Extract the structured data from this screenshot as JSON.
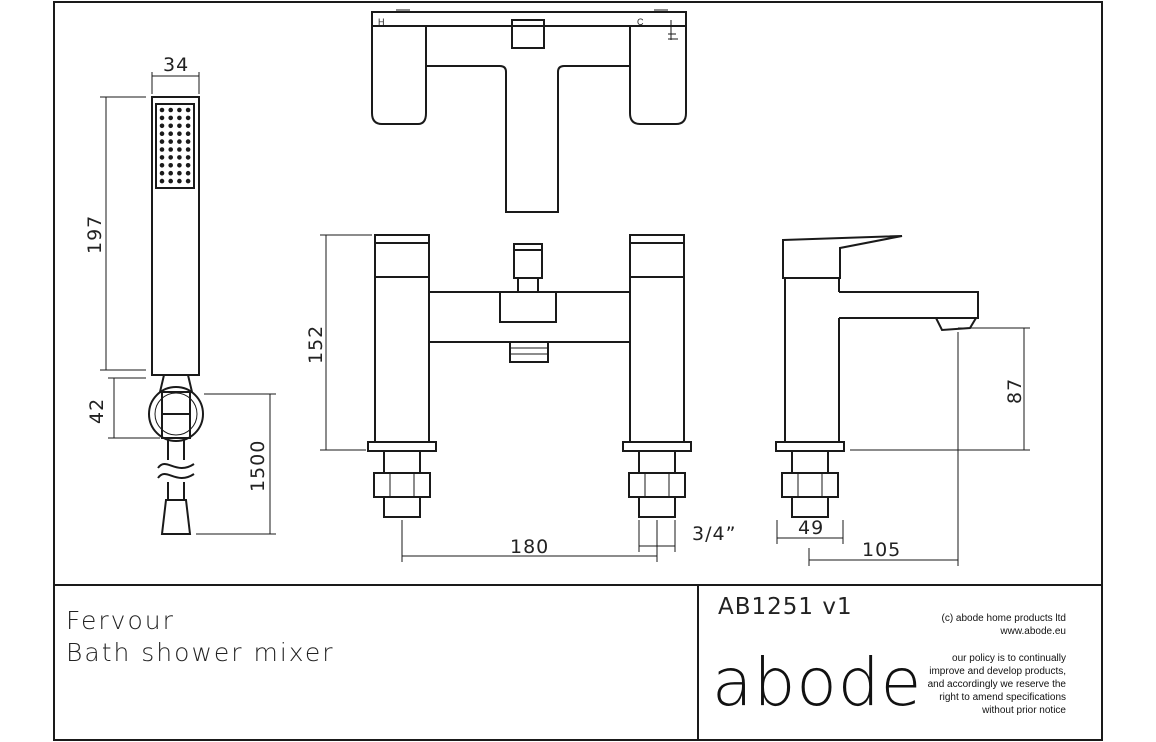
{
  "dimensions": {
    "handset_width": "34",
    "handset_length": "197",
    "holder_height": "42",
    "hose_length": "1500",
    "mixer_height": "152",
    "spout_height": "87",
    "centres": "180",
    "thread": "3/4”",
    "base_depth": "49",
    "spout_reach": "105"
  },
  "handle_labels": {
    "hot": "H",
    "cold": "C"
  },
  "title_block": {
    "product_name": "Fervour",
    "product_type": "Bath shower mixer",
    "code": "AB1251  v1",
    "logo": "abode",
    "copyright": "(c) abode home products ltd",
    "website": "www.abode.eu",
    "policy_lines": [
      "our policy is to continually",
      "improve and develop products,",
      "and accordingly we reserve the",
      "right to amend specifications",
      "without prior notice"
    ]
  }
}
